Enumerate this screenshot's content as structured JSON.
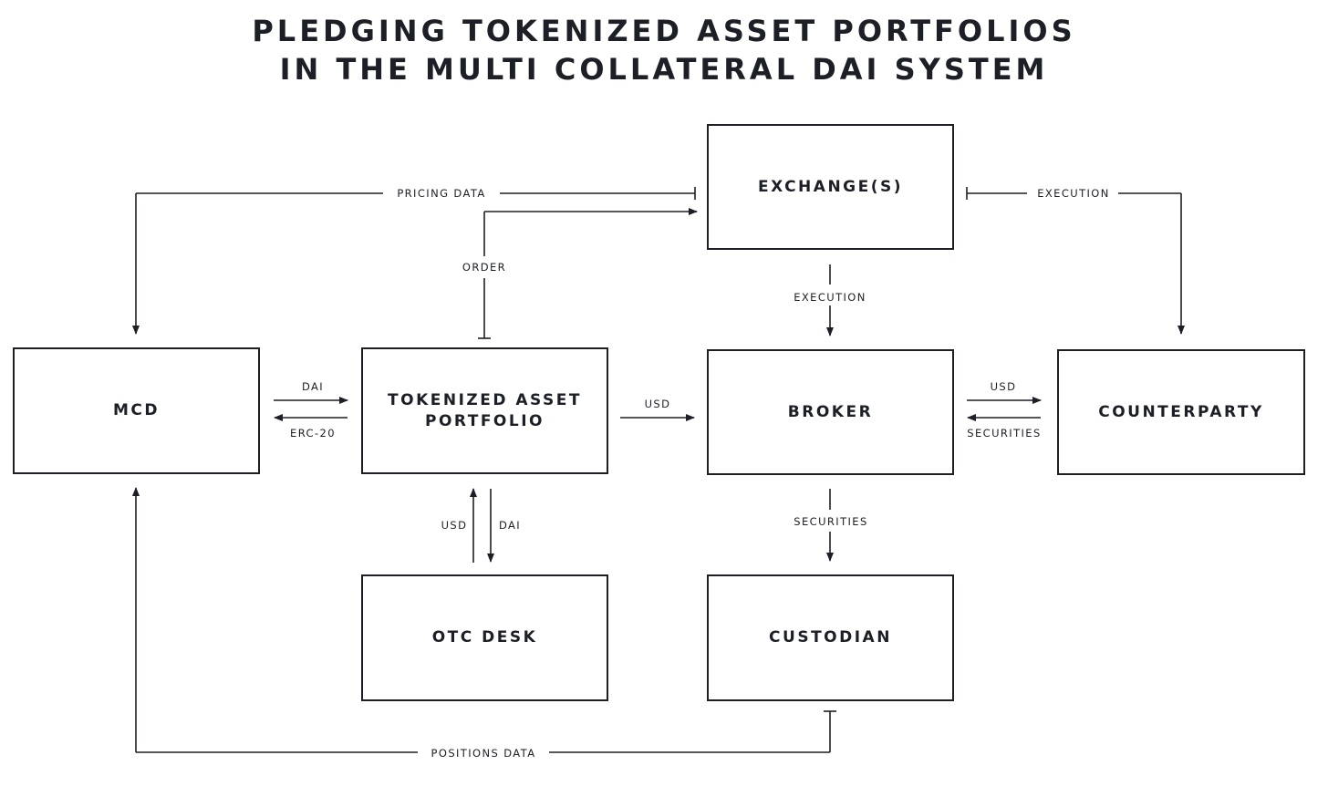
{
  "title": {
    "line1": "PLEDGING TOKENIZED ASSET PORTFOLIOS",
    "line2": "IN THE MULTI COLLATERAL DAI SYSTEM"
  },
  "nodes": {
    "mcd": "MCD",
    "tokenized_asset_portfolio": "TOKENIZED ASSET\nPORTFOLIO",
    "exchanges": "EXCHANGE(S)",
    "broker": "BROKER",
    "counterparty": "COUNTERPARTY",
    "otc_desk": "OTC DESK",
    "custodian": "CUSTODIAN"
  },
  "flows": {
    "pricing_data": "PRICING DATA",
    "order": "ORDER",
    "execution_exchange_to_counterparty": "EXECUTION",
    "execution_exchange_to_broker": "EXECUTION",
    "mcd_to_portfolio": "DAI",
    "portfolio_to_mcd": "ERC-20",
    "portfolio_to_broker": "USD",
    "broker_to_counterparty": "USD",
    "counterparty_to_broker": "SECURITIES",
    "otc_to_portfolio": "USD",
    "portfolio_to_otc": "DAI",
    "broker_to_custodian": "SECURITIES",
    "positions_data": "POSITIONS DATA"
  },
  "colors": {
    "ink": "#1c1f26",
    "background": "#ffffff"
  }
}
